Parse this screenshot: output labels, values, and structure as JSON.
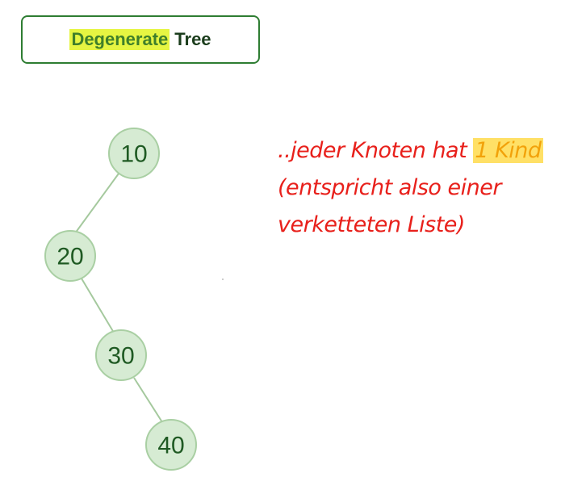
{
  "title": {
    "highlighted": "Degenerate",
    "plain": "Tree",
    "highlight_color": "#e6f542",
    "border_color": "#2e7d32"
  },
  "tree": {
    "nodes": [
      {
        "label": "10"
      },
      {
        "label": "20"
      },
      {
        "label": "30"
      },
      {
        "label": "40"
      }
    ],
    "node_fill": "#d6ebd3",
    "node_text_color": "#1f5a23",
    "edge_color": "#a5c99e"
  },
  "note": {
    "line1_prefix": "..jeder Knoten hat ",
    "line1_highlight": "1 Kind",
    "line2": "(entspricht also einer",
    "line3": "verketteten Liste)",
    "text_color": "#e8201b",
    "highlight_color": "#ffe066"
  }
}
